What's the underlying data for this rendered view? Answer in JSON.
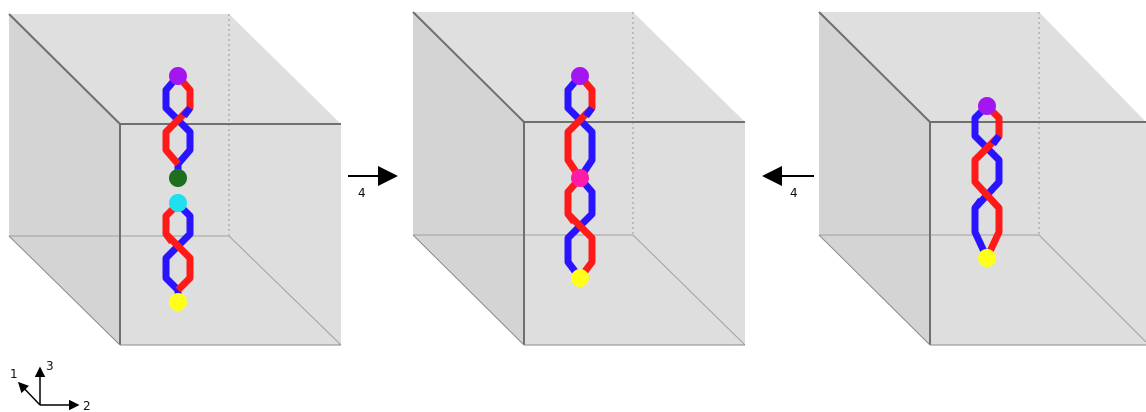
{
  "colors": {
    "cube_face": "#d9d9d9",
    "cube_edge": "#7a7a7a",
    "strand_red": "#ff1a1a",
    "strand_blue": "#2a14ff",
    "arrow": "#000000"
  },
  "panels": [
    {
      "name": "left-cube",
      "braid": "two-blocks",
      "points": [
        {
          "name": "top-point",
          "color": "#a416f0"
        },
        {
          "name": "middle-upper-point",
          "color": "#1f6e1f"
        },
        {
          "name": "middle-lower-point",
          "color": "#1ee0ee"
        },
        {
          "name": "bottom-point",
          "color": "#ffff1a"
        }
      ]
    },
    {
      "name": "center-cube",
      "braid": "joined",
      "points": [
        {
          "name": "top-point",
          "color": "#a416f0"
        },
        {
          "name": "middle-point",
          "color": "#ff1aa8"
        },
        {
          "name": "bottom-point",
          "color": "#ffff1a"
        }
      ]
    },
    {
      "name": "right-cube",
      "braid": "single",
      "points": [
        {
          "name": "top-point",
          "color": "#a416f0"
        },
        {
          "name": "bottom-point",
          "color": "#ffff1a"
        }
      ]
    }
  ],
  "arrows": [
    {
      "direction": "right",
      "label": "4"
    },
    {
      "direction": "left",
      "label": "4"
    }
  ],
  "axes": {
    "label_1": "1",
    "label_2": "2",
    "label_3": "3"
  }
}
